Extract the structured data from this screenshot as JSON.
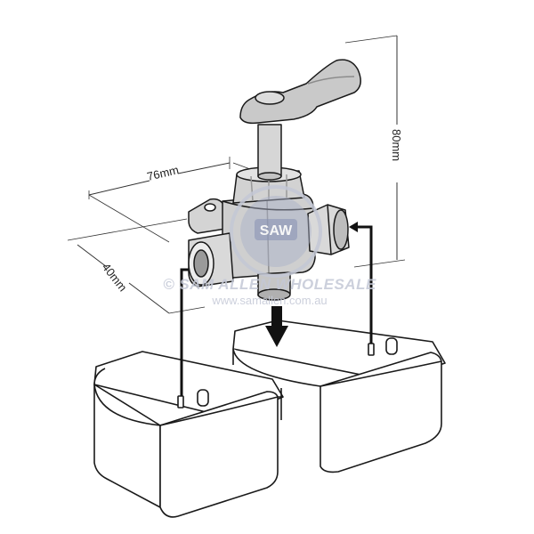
{
  "dimensions": {
    "length": "76mm",
    "depth": "40mm",
    "height": "80mm"
  },
  "watermark": {
    "logo_text": "SAW",
    "company": "© SAM ALLEN WHOLESALE",
    "url": "www.samallen.com.au"
  },
  "colors": {
    "valve_metal": "#d4d4d4",
    "valve_shadow": "#a9a9a9",
    "outline": "#1a1a1a",
    "watermark": "#c4c8d6"
  },
  "icons": [
    "three-way-valve",
    "fuel-tank-left",
    "fuel-tank-right",
    "flow-arrow"
  ]
}
